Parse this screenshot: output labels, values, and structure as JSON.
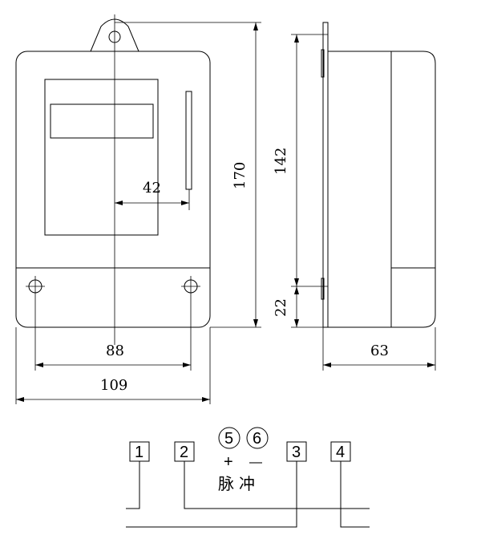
{
  "front_view": {
    "dim_display_width": "42",
    "dim_mount_width": "88",
    "dim_total_width": "109",
    "dim_total_height": "170"
  },
  "side_view": {
    "dim_body_height": "142",
    "dim_terminal_height": "22",
    "dim_depth": "63"
  },
  "wiring": {
    "terminals": [
      "1",
      "2",
      "3",
      "4"
    ],
    "pulse_terminals": [
      "5",
      "6"
    ],
    "pulse_plus": "+",
    "pulse_minus": "—",
    "pulse_label": "脉冲"
  }
}
